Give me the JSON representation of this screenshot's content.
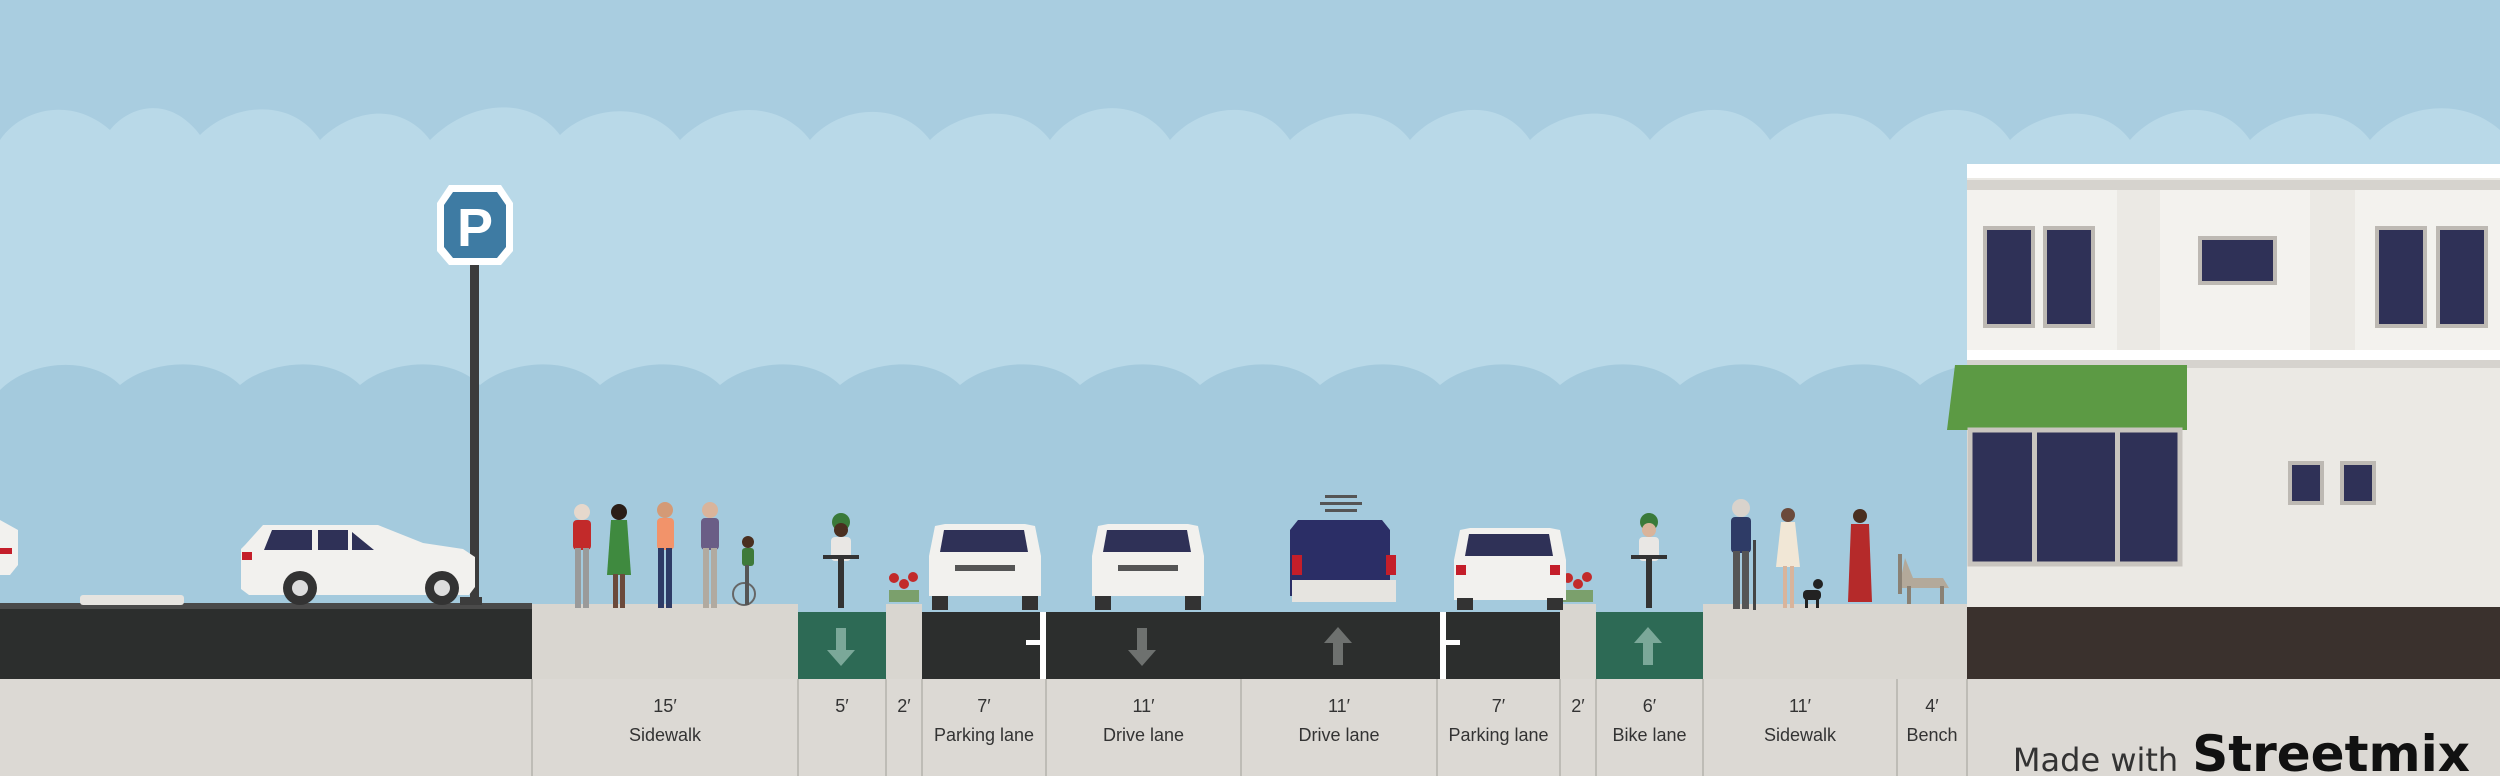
{
  "app": {
    "name": "Streetmix"
  },
  "credit": {
    "prefix": "Made with",
    "brand": "Streetmix"
  },
  "colors": {
    "sky": "#a9cde0",
    "cloud": "#b7d8e6",
    "asphalt": "#2c2e2d",
    "bike_lane": "#2d6a55",
    "sidewalk": "#d9d6d0",
    "footer": "#dcd9d4",
    "building_base": "#3a312d",
    "awning": "#5c9a44",
    "sign": "#3e7ba3"
  },
  "segments": [
    {
      "width": "15′",
      "name": "Sidewalk",
      "icon": "pedestrians-icon"
    },
    {
      "width": "5′",
      "name": "",
      "icon": "bike-arrow-down-icon"
    },
    {
      "width": "2′",
      "name": "",
      "icon": "planter-icon"
    },
    {
      "width": "7′",
      "name": "Parking lane",
      "icon": "parked-car-icon"
    },
    {
      "width": "11′",
      "name": "Drive lane",
      "icon": "car-arrow-down-icon"
    },
    {
      "width": "11′",
      "name": "Drive lane",
      "icon": "bus-arrow-up-icon"
    },
    {
      "width": "7′",
      "name": "Parking lane",
      "icon": "parked-car-icon"
    },
    {
      "width": "2′",
      "name": "",
      "icon": "planter-icon"
    },
    {
      "width": "6′",
      "name": "Bike lane",
      "icon": "bike-arrow-up-icon"
    },
    {
      "width": "11′",
      "name": "Sidewalk",
      "icon": "pedestrians-icon"
    },
    {
      "width": "4′",
      "name": "Bench",
      "icon": "bench-icon"
    }
  ],
  "signs": {
    "parking": "P"
  }
}
